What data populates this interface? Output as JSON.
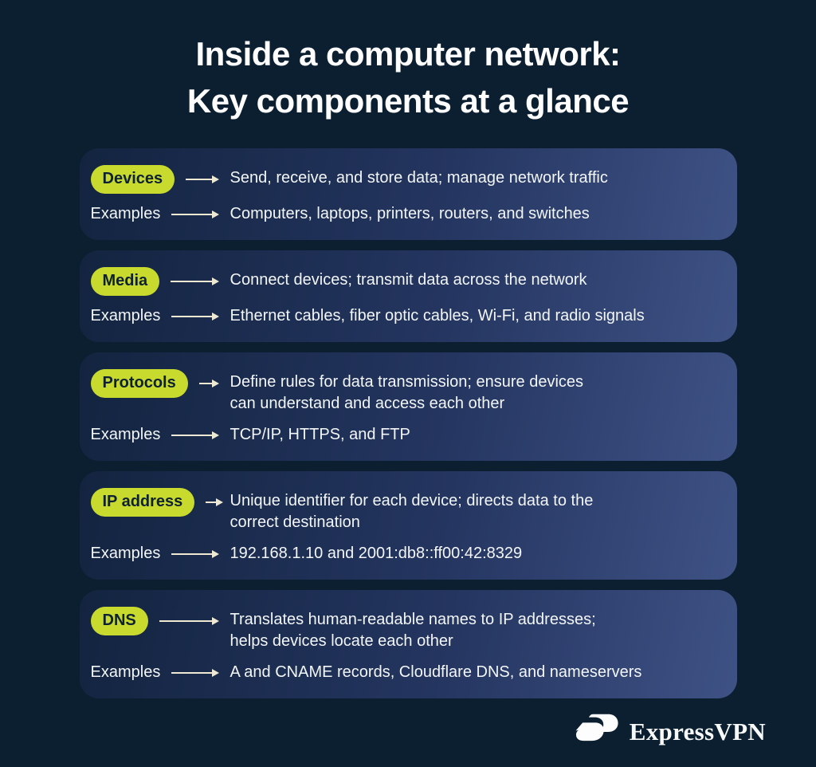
{
  "page": {
    "background": "#0c1f31",
    "accent": "#c9da2e",
    "card_gradient": [
      "#132440",
      "#3f5285"
    ],
    "arrow_color": "#efe9d4",
    "text_color": "#f3f6f7"
  },
  "title": {
    "text": "Inside a computer network:\nKey components at a glance"
  },
  "cards": [
    {
      "label": "Devices",
      "description": "Send, receive, and store data; manage network traffic",
      "examples_label": "Examples",
      "examples": "Computers, laptops, printers, routers, and switches"
    },
    {
      "label": "Media",
      "description": "Connect devices; transmit data across the network",
      "examples_label": "Examples",
      "examples": "Ethernet cables, fiber optic cables, Wi-Fi, and radio signals"
    },
    {
      "label": "Protocols",
      "description": "Define rules for data transmission; ensure devices\ncan understand and access each other",
      "examples_label": "Examples",
      "examples": "TCP/IP, HTTPS, and FTP"
    },
    {
      "label": "IP address",
      "description": "Unique identifier for each device; directs data to the\ncorrect destination",
      "examples_label": "Examples",
      "examples": "192.168.1.10 and 2001:db8::ff00:42:8329"
    },
    {
      "label": "DNS",
      "description": "Translates human-readable names to IP addresses;\nhelps devices locate each other",
      "examples_label": "Examples",
      "examples": "A and CNAME records, Cloudflare DNS, and nameservers"
    }
  ],
  "footer": {
    "brand": "ExpressVPN"
  },
  "icons": {
    "arrow": "arrow-right-icon",
    "logo": "expressvpn-logo-icon"
  }
}
